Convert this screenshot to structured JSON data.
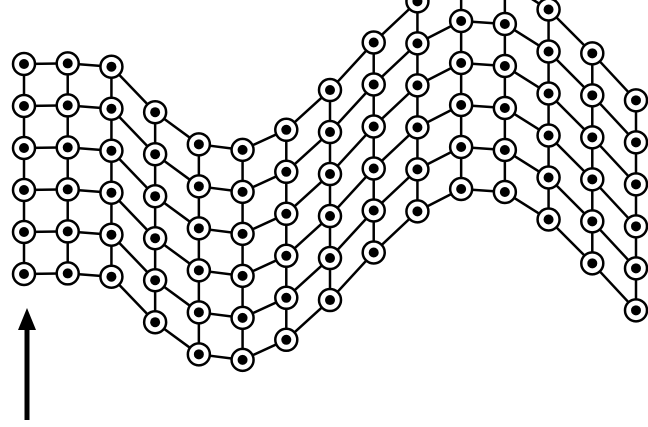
{
  "diagram": {
    "columns": 15,
    "rows": 6,
    "wave": {
      "cycles": 1,
      "amplitude_rows": 2.9,
      "phase": "trough-then-crest"
    },
    "colors": {
      "line": "#000000",
      "node_ring_fill": "#ffffff",
      "node_core_fill": "#000000",
      "background": "#ffffff"
    },
    "icons": {
      "node": "particle-node-icon",
      "arrow": "up-arrow-icon"
    }
  }
}
